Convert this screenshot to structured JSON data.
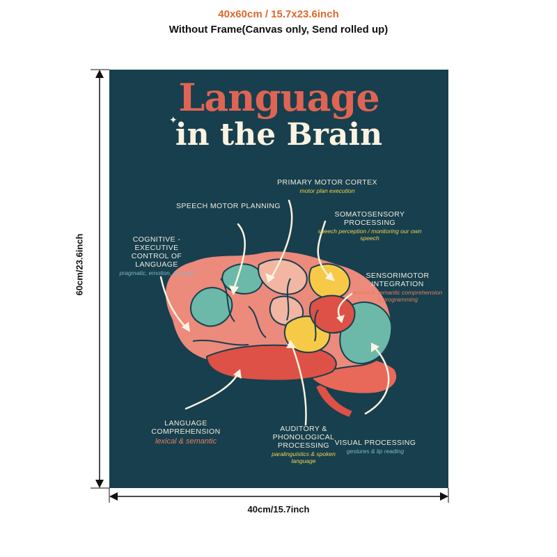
{
  "header": {
    "size": "40x60cm / 15.7x23.6inch",
    "frame_note": "Without Frame(Canvas only, Send rolled up)"
  },
  "dimensions": {
    "height_label": "60cm/23.6inch",
    "width_label": "40cm/15.7inch"
  },
  "poster": {
    "title_line1": "Language",
    "title_line2": "in the Brain",
    "labels": [
      {
        "title": "PRIMARY MOTOR CORTEX",
        "sub": "motor plan execution"
      },
      {
        "title": "SPEECH MOTOR PLANNING",
        "sub": ""
      },
      {
        "title": "SOMATOSENSORY PROCESSING",
        "sub": "speech perception / monitoring our own speech"
      },
      {
        "title": "COGNITIVE - EXECUTIVE CONTROL OF LANGUAGE",
        "sub": "pragmatic, emotion, & social"
      },
      {
        "title": "SENSORIMOTOR INTEGRATION",
        "sub": "lexical & semantic comprehension & programming"
      },
      {
        "title": "LANGUAGE COMPREHENSION",
        "sub": "lexical & semantic"
      },
      {
        "title": "AUDITORY & PHONOLOGICAL PROCESSING",
        "sub": "paralinguistics & spoken language"
      },
      {
        "title": "VISUAL PROCESSING",
        "sub": "gestures & lip reading"
      }
    ]
  },
  "colors": {
    "poster_bg": "#173f4e",
    "title_red": "#e06453",
    "title_cream": "#fbf3e1",
    "header_orange": "#e0672a",
    "brain_salmon": "#ec8a7c",
    "brain_red": "#de5146",
    "brain_teal": "#6cb9a9",
    "brain_yellow": "#f6ca47",
    "brain_pink": "#f2b6a3"
  }
}
